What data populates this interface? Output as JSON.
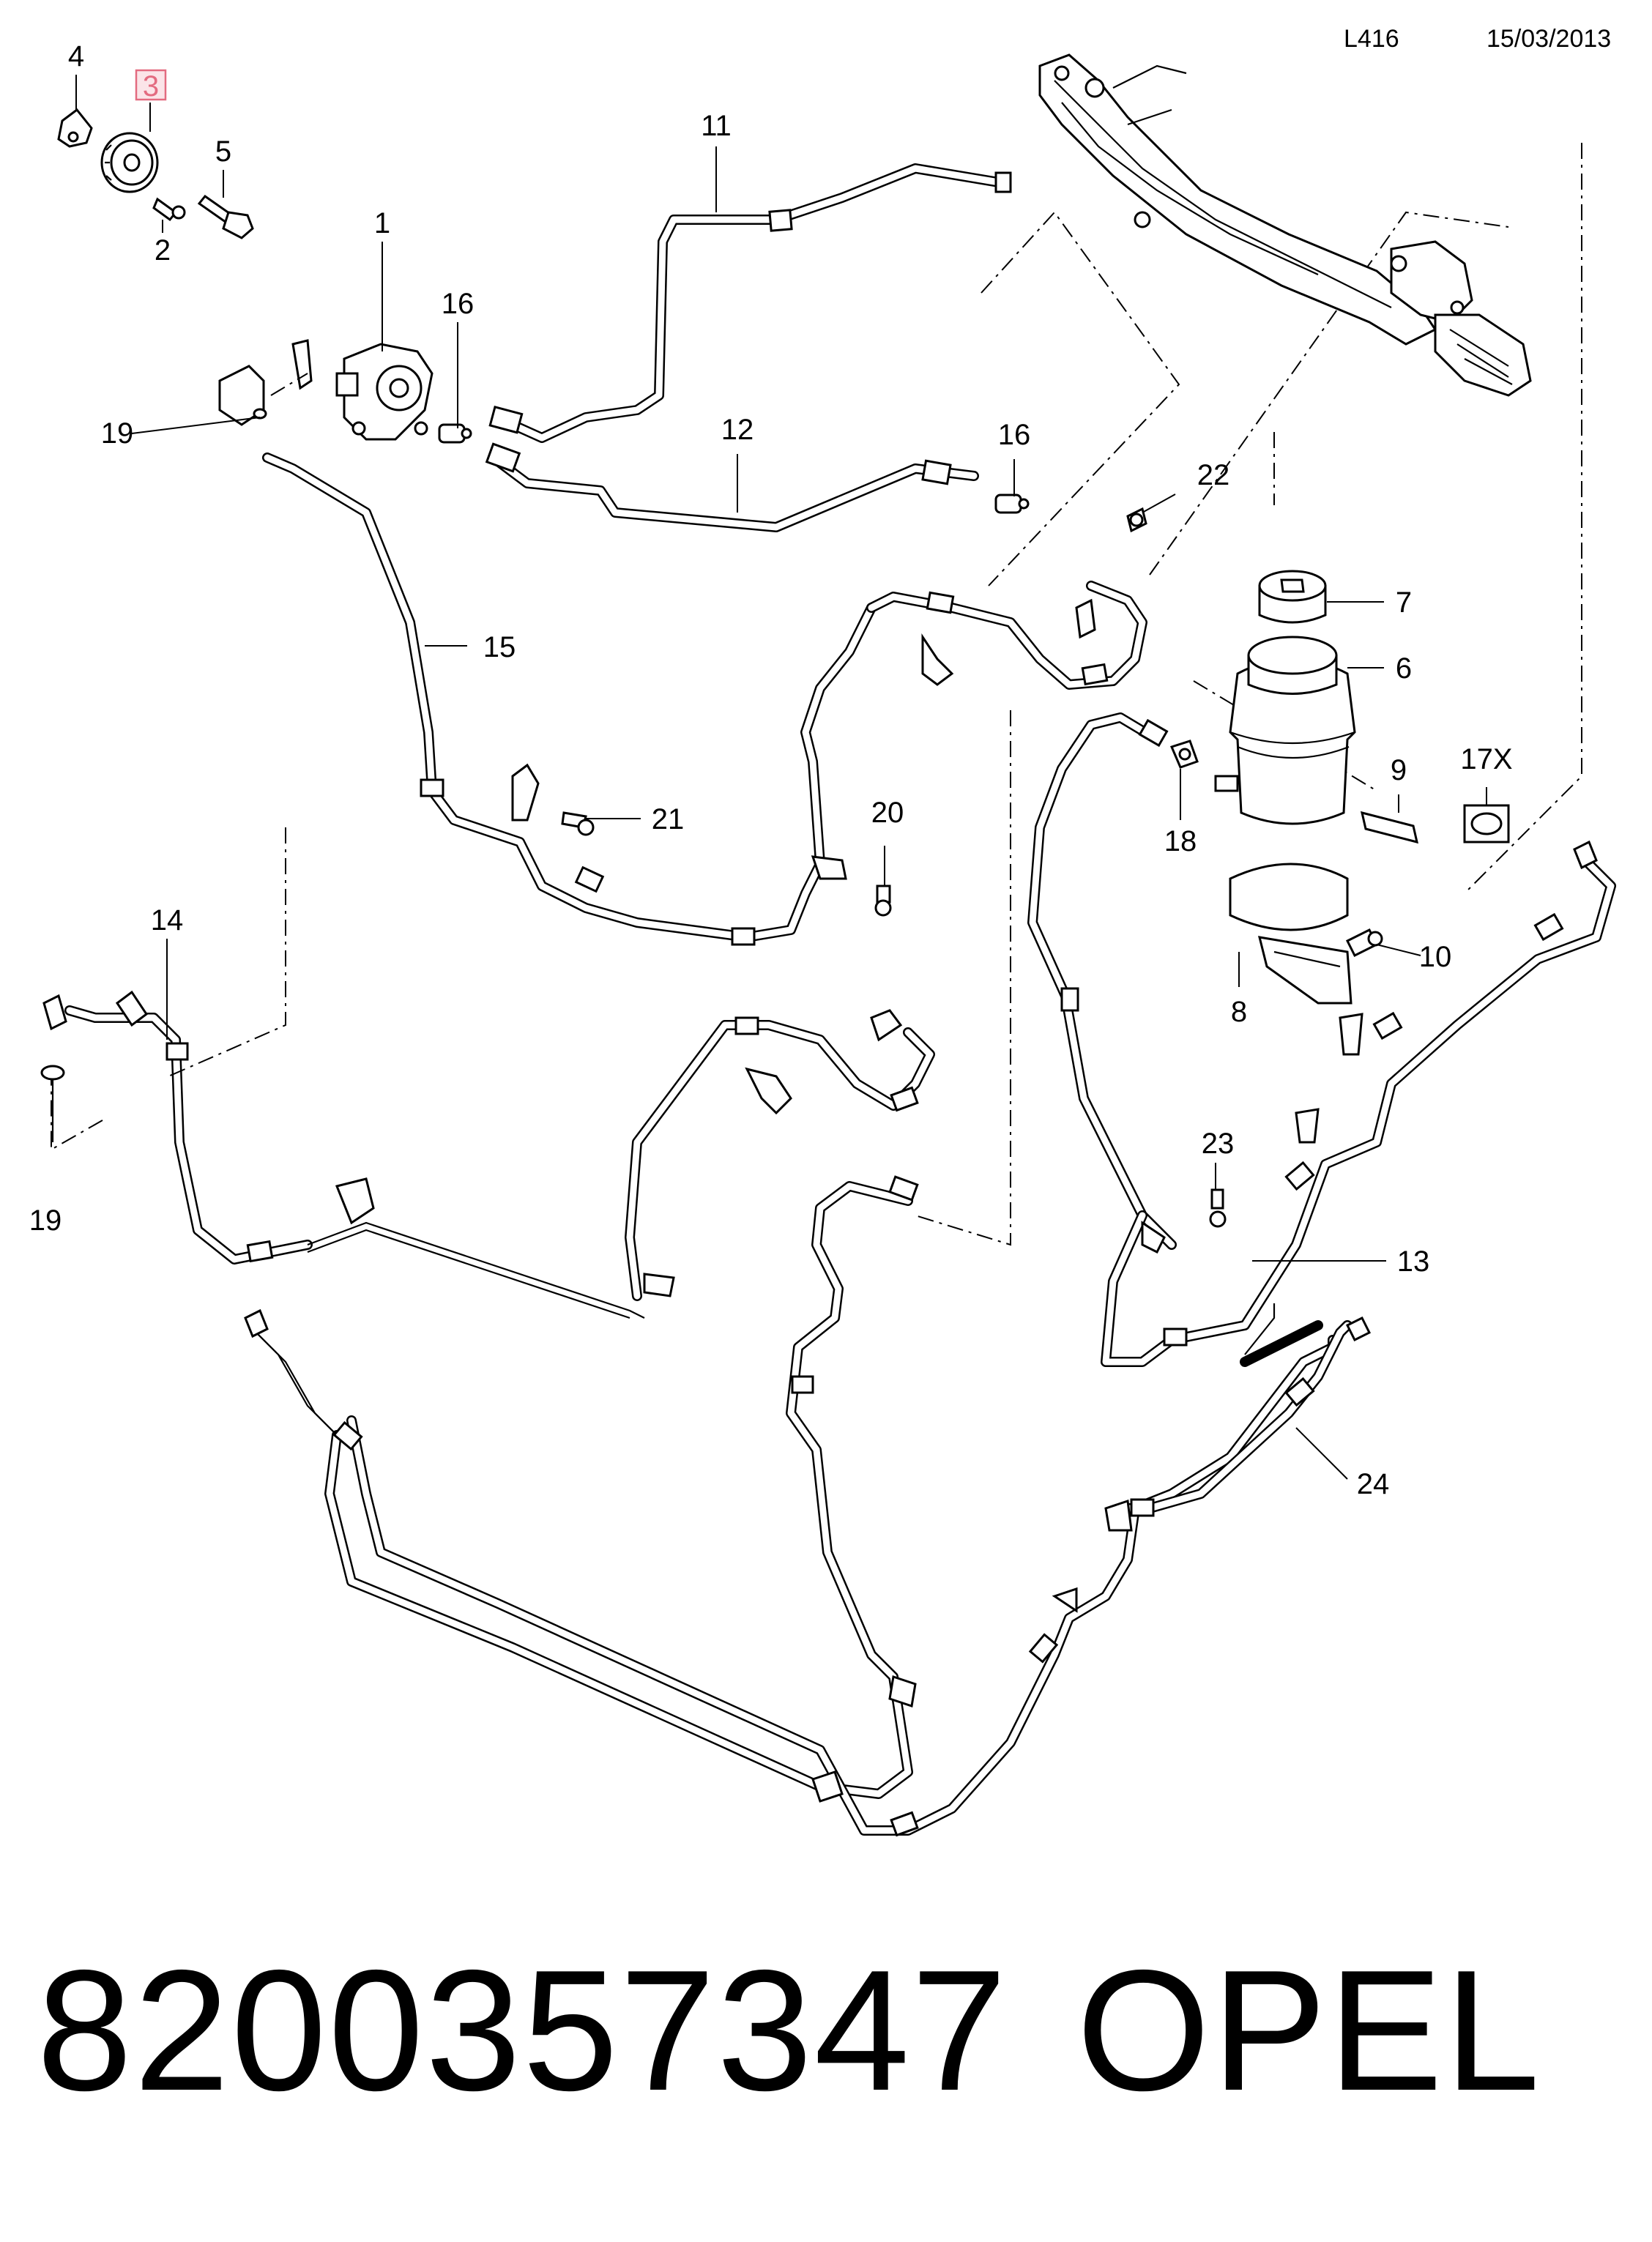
{
  "header": {
    "ref_code": "L416",
    "date": "15/03/2013"
  },
  "footer": {
    "part_number": "8200357347",
    "brand": "OPEL"
  },
  "highlight_color": "#e36b80",
  "callouts": {
    "c1": "1",
    "c2": "2",
    "c3": "3",
    "c4": "4",
    "c5": "5",
    "c6": "6",
    "c7": "7",
    "c8": "8",
    "c9": "9",
    "c10": "10",
    "c11": "11",
    "c12": "12",
    "c13": "13",
    "c14": "14",
    "c15": "15",
    "c16a": "16",
    "c16b": "16",
    "c17x": "17X",
    "c18": "18",
    "c19a": "19",
    "c19b": "19",
    "c20": "20",
    "c21": "21",
    "c22": "22",
    "c23": "23",
    "c24": "24"
  }
}
